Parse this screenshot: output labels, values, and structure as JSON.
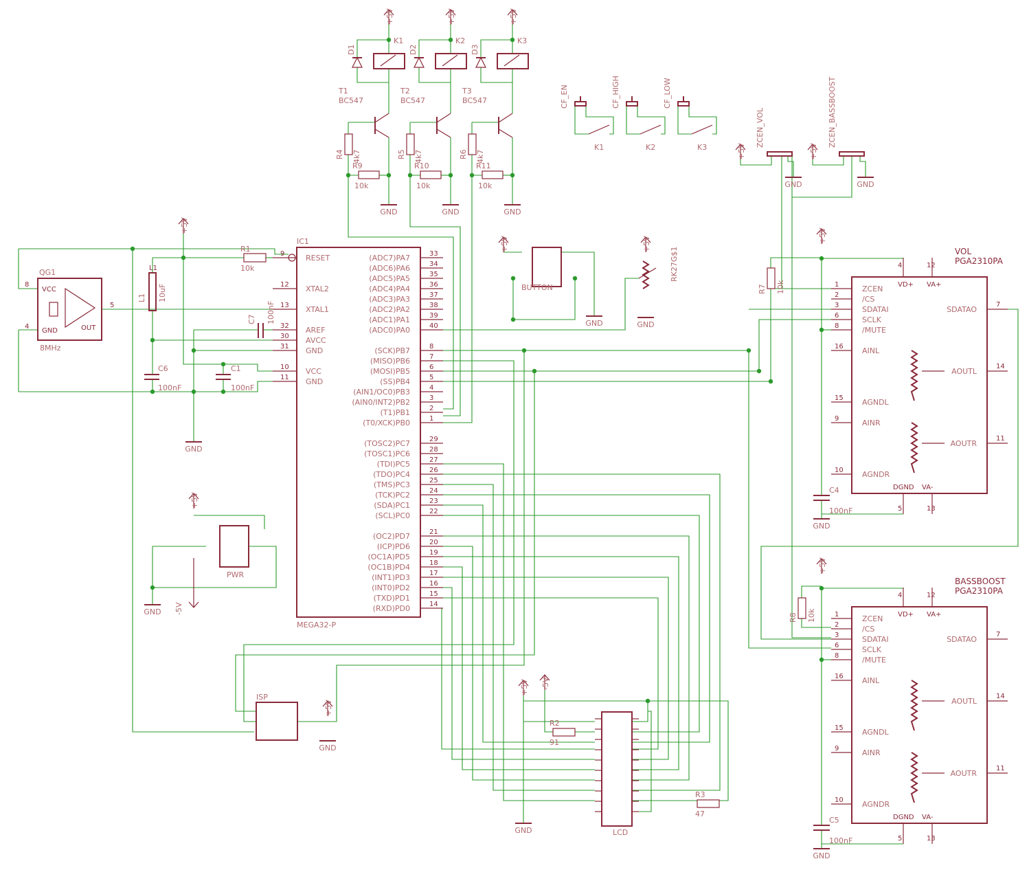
{
  "colors": {
    "symbol": "#8a2a3a",
    "wire": "#2c9a2c",
    "label": "#b06a6e",
    "background": "#ffffff"
  },
  "mcu": {
    "ref": "IC1",
    "value": "MEGA32-P",
    "left_pins": [
      {
        "num": "9",
        "name": "RESET"
      },
      {
        "num": "12",
        "name": "XTAL2"
      },
      {
        "num": "13",
        "name": "XTAL1"
      },
      {
        "num": "32",
        "name": "AREF"
      },
      {
        "num": "30",
        "name": "AVCC"
      },
      {
        "num": "31",
        "name": "GND"
      },
      {
        "num": "10",
        "name": "VCC"
      },
      {
        "num": "11",
        "name": "GND"
      }
    ],
    "right_pins": [
      {
        "num": "33",
        "name": "(ADC7)PA7"
      },
      {
        "num": "34",
        "name": "(ADC6)PA6"
      },
      {
        "num": "35",
        "name": "(ADC5)PA5"
      },
      {
        "num": "36",
        "name": "(ADC4)PA4"
      },
      {
        "num": "37",
        "name": "(ADC3)PA3"
      },
      {
        "num": "38",
        "name": "(ADC2)PA2"
      },
      {
        "num": "39",
        "name": "(ADC1)PA1"
      },
      {
        "num": "40",
        "name": "(ADC0)PA0"
      },
      {
        "num": "8",
        "name": "(SCK)PB7"
      },
      {
        "num": "7",
        "name": "(MISO)PB6"
      },
      {
        "num": "6",
        "name": "(MOSI)PB5"
      },
      {
        "num": "5",
        "name": "(SS)PB4"
      },
      {
        "num": "4",
        "name": "(AIN1/OC0)PB3"
      },
      {
        "num": "3",
        "name": "(AIN0/INT2)PB2"
      },
      {
        "num": "2",
        "name": "(T1)PB1"
      },
      {
        "num": "1",
        "name": "(T0/XCK)PB0"
      },
      {
        "num": "29",
        "name": "(TOSC2)PC7"
      },
      {
        "num": "28",
        "name": "(TOSC1)PC6"
      },
      {
        "num": "27",
        "name": "(TDI)PC5"
      },
      {
        "num": "26",
        "name": "(TDO)PC4"
      },
      {
        "num": "25",
        "name": "(TMS)PC3"
      },
      {
        "num": "24",
        "name": "(TCK)PC2"
      },
      {
        "num": "23",
        "name": "(SDA)PC1"
      },
      {
        "num": "22",
        "name": "(SCL)PC0"
      },
      {
        "num": "21",
        "name": "(OC2)PD7"
      },
      {
        "num": "20",
        "name": "(ICP)PD6"
      },
      {
        "num": "19",
        "name": "(OC1A)PD5"
      },
      {
        "num": "18",
        "name": "(OC1B)PD4"
      },
      {
        "num": "17",
        "name": "(INT1)PD3"
      },
      {
        "num": "16",
        "name": "(INT0)PD2"
      },
      {
        "num": "15",
        "name": "(TXD)PD1"
      },
      {
        "num": "14",
        "name": "(RXD)PD0"
      }
    ]
  },
  "oscillator": {
    "ref": "QG1",
    "value": "8MHz",
    "pin_vcc": "VCC",
    "pin_gnd": "GND",
    "pin_out": "OUT",
    "pins": [
      "8",
      "4",
      "5"
    ]
  },
  "relays": [
    {
      "diode": "D1",
      "relay": "K1",
      "transistor": "T1",
      "type": "BC547",
      "rbase": "R4",
      "rbase_val": "4k7",
      "rpull": "R9",
      "rpull_val": "10k"
    },
    {
      "diode": "D2",
      "relay": "K2",
      "transistor": "T2",
      "type": "BC547",
      "rbase": "R5",
      "rbase_val": "4k7",
      "rpull": "R10",
      "rpull_val": "10k"
    },
    {
      "diode": "D3",
      "relay": "K3",
      "transistor": "T3",
      "type": "BC547",
      "rbase": "R6",
      "rbase_val": "4k7",
      "rpull": "R11",
      "rpull_val": "10k"
    }
  ],
  "contacts": [
    {
      "label": "CF_EN",
      "relay": "K1"
    },
    {
      "label": "CF_HIGH",
      "relay": "K2"
    },
    {
      "label": "CF_LOW",
      "relay": "K3"
    }
  ],
  "headers": [
    {
      "label": "ZCEN_VOL"
    },
    {
      "label": "ZCEN_BASSBOOST"
    }
  ],
  "supply": {
    "pos": "+5V",
    "neg": "-5V",
    "gnd": "GND"
  },
  "passives": {
    "R1": {
      "ref": "R1",
      "val": "10k"
    },
    "L1": {
      "ref": "L1",
      "val": "10uF"
    },
    "C6": {
      "ref": "C6",
      "val": "100nF"
    },
    "C1": {
      "ref": "C1",
      "val": "100nF"
    },
    "C7": {
      "ref": "C7",
      "val": "100nF"
    },
    "R7": {
      "ref": "R7",
      "val": "10k"
    },
    "R8": {
      "ref": "R8",
      "val": "10k"
    },
    "C4": {
      "ref": "C4",
      "val": "100nF"
    },
    "C5": {
      "ref": "C5",
      "val": "100nF"
    },
    "R2": {
      "ref": "R2",
      "val": "91"
    },
    "R3": {
      "ref": "R3",
      "val": "47"
    }
  },
  "pot": {
    "ref": "RK27G$1"
  },
  "connectors": {
    "button": "BUTTON",
    "pwr": "PWR",
    "isp": "ISP",
    "lcd": "LCD"
  },
  "pga": [
    {
      "title": "VOL",
      "part": "PGA2310PA"
    },
    {
      "title": "BASSBOOST",
      "part": "PGA2310PA"
    }
  ],
  "pga_pins": {
    "left": [
      {
        "num": "1",
        "name": "ZCEN"
      },
      {
        "num": "2",
        "name": "/CS"
      },
      {
        "num": "3",
        "name": "SDATAI"
      },
      {
        "num": "6",
        "name": "SCLK"
      },
      {
        "num": "8",
        "name": "/MUTE"
      },
      {
        "num": "16",
        "name": "AINL"
      },
      {
        "num": "15",
        "name": "AGNDL"
      },
      {
        "num": "9",
        "name": "AINR"
      },
      {
        "num": "10",
        "name": "AGNDR"
      }
    ],
    "top": [
      {
        "num": "4",
        "name": "VD+"
      },
      {
        "num": "12",
        "name": "VA+"
      }
    ],
    "bottom": [
      {
        "num": "5",
        "name": "DGND"
      },
      {
        "num": "13",
        "name": "VA-"
      }
    ],
    "right": [
      {
        "num": "7",
        "name": "SDATAO"
      },
      {
        "num": "14",
        "name": "AOUTL"
      },
      {
        "num": "11",
        "name": "AOUTR"
      }
    ]
  }
}
